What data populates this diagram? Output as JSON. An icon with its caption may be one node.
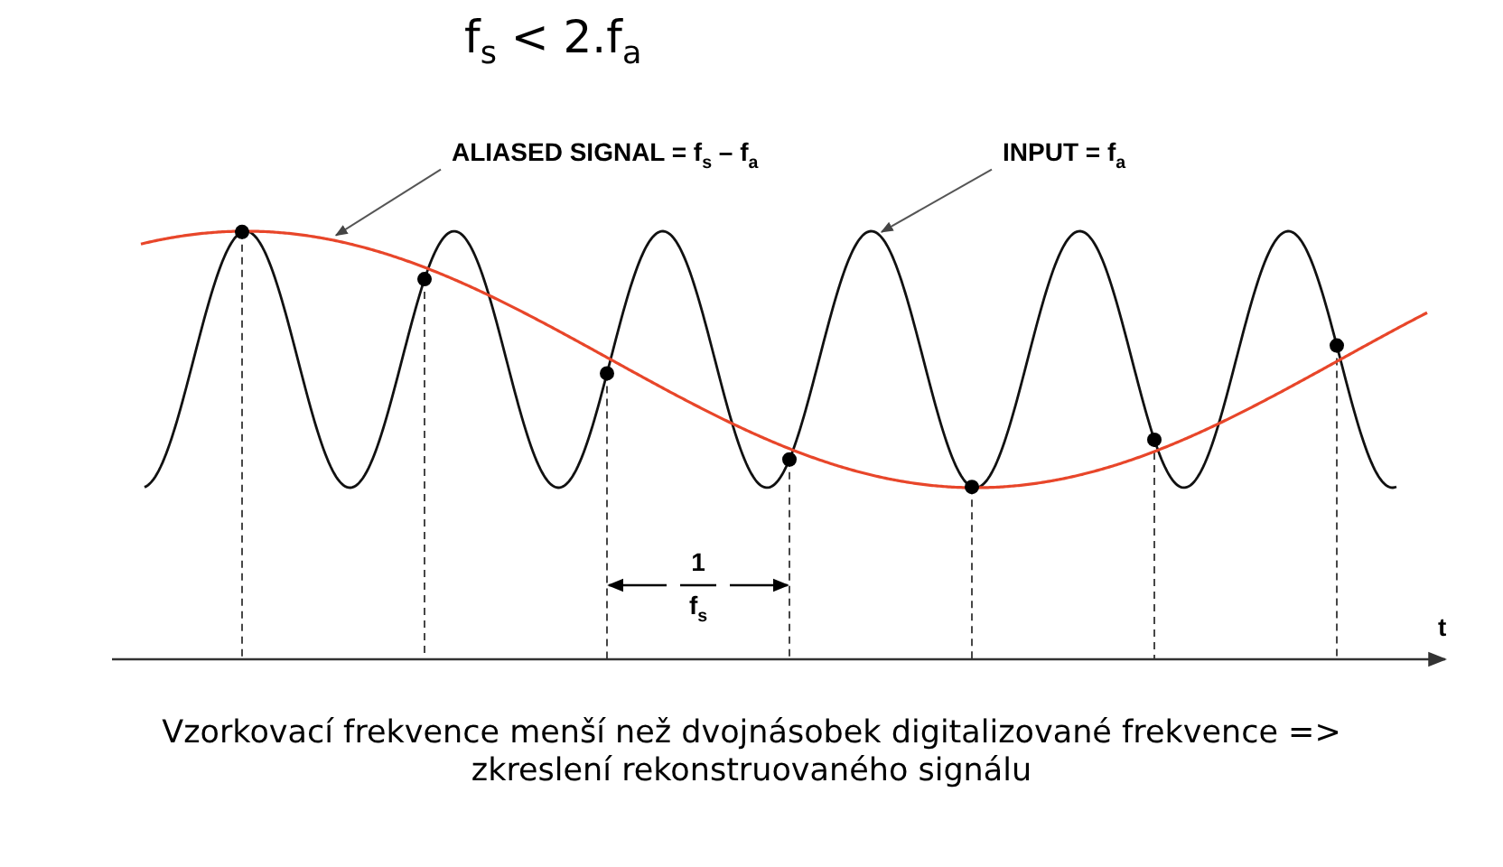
{
  "diagram": {
    "title": "f$_{s}$ < 2.f$_{a}$",
    "caption": "Vzorkovací frekvence menší než dvojnásobek digitalizované frekvence => zkreslení rekonstruovaného signálu",
    "nodes": [
      {
        "text": [
          "ALIASED SIGNAL = f$_{s}$ – f$_{a}$"
        ]
      },
      {
        "text": [],
        "shape": "curve"
      },
      {
        "text": [
          "INPUT = f$_{a}$"
        ]
      },
      {
        "text": [],
        "shape": "curve"
      }
    ],
    "edges": [
      {
        "from": 0,
        "to": 1,
        "arrow": "to"
      },
      {
        "from": 2,
        "to": 3,
        "arrow": "to"
      }
    ],
    "labels": [
      "1",
      "f$_{s}$",
      "t"
    ]
  }
}
